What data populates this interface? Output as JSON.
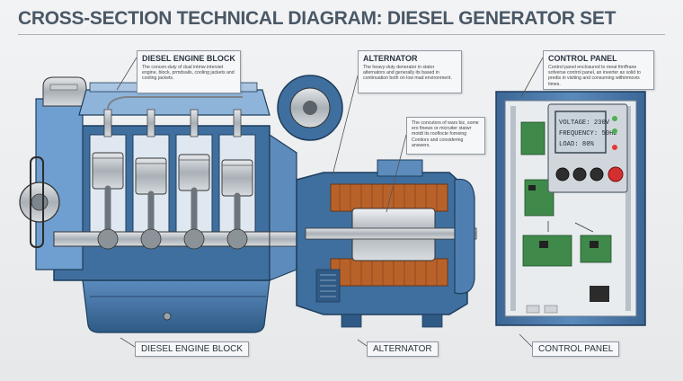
{
  "title": "CROSS-SECTION TECHNICAL DIAGRAM: DIESEL GENERATOR SET",
  "callouts": {
    "engine": {
      "title": "DIESEL ENGINE BLOCK",
      "desc": "The concen-duty of dual intmw intersiet engine, block, prmdsails, cooling jackets and cooling jackets."
    },
    "alternator": {
      "title": "ALTERNATOR",
      "desc": "The heavy-duty denerator in stator alternators and generally its based in continuation both on low mad environment."
    },
    "stator": {
      "desc": "The concutors of wars biz, some ero finews or micruiter statwr motdt its rooflocte forneing Conitors and considering answers."
    },
    "panel": {
      "title": "CONTROL PANEL",
      "desc": "Control panel enclosured to meat frinffrane sofverse control panel, an inverter as solid to predis in visiting and consuming withinmovis times."
    }
  },
  "bottom_labels": {
    "engine": "DIESEL ENGINE BLOCK",
    "alternator": "ALTERNATOR",
    "panel": "CONTROL PANEL"
  },
  "display": {
    "voltage": "VOLTAGE: 230V",
    "frequency": "FREQUENCY: 50Hz",
    "load": "LOAD: 80%"
  },
  "colors": {
    "engine_blue": "#3f6f9e",
    "cutaway_blue": "#6f9fd0",
    "cabinet_blue": "#4f7fb0",
    "copper": "#b8622a",
    "screen": "#c9d3da",
    "pcb_green": "#3f8a4a"
  }
}
